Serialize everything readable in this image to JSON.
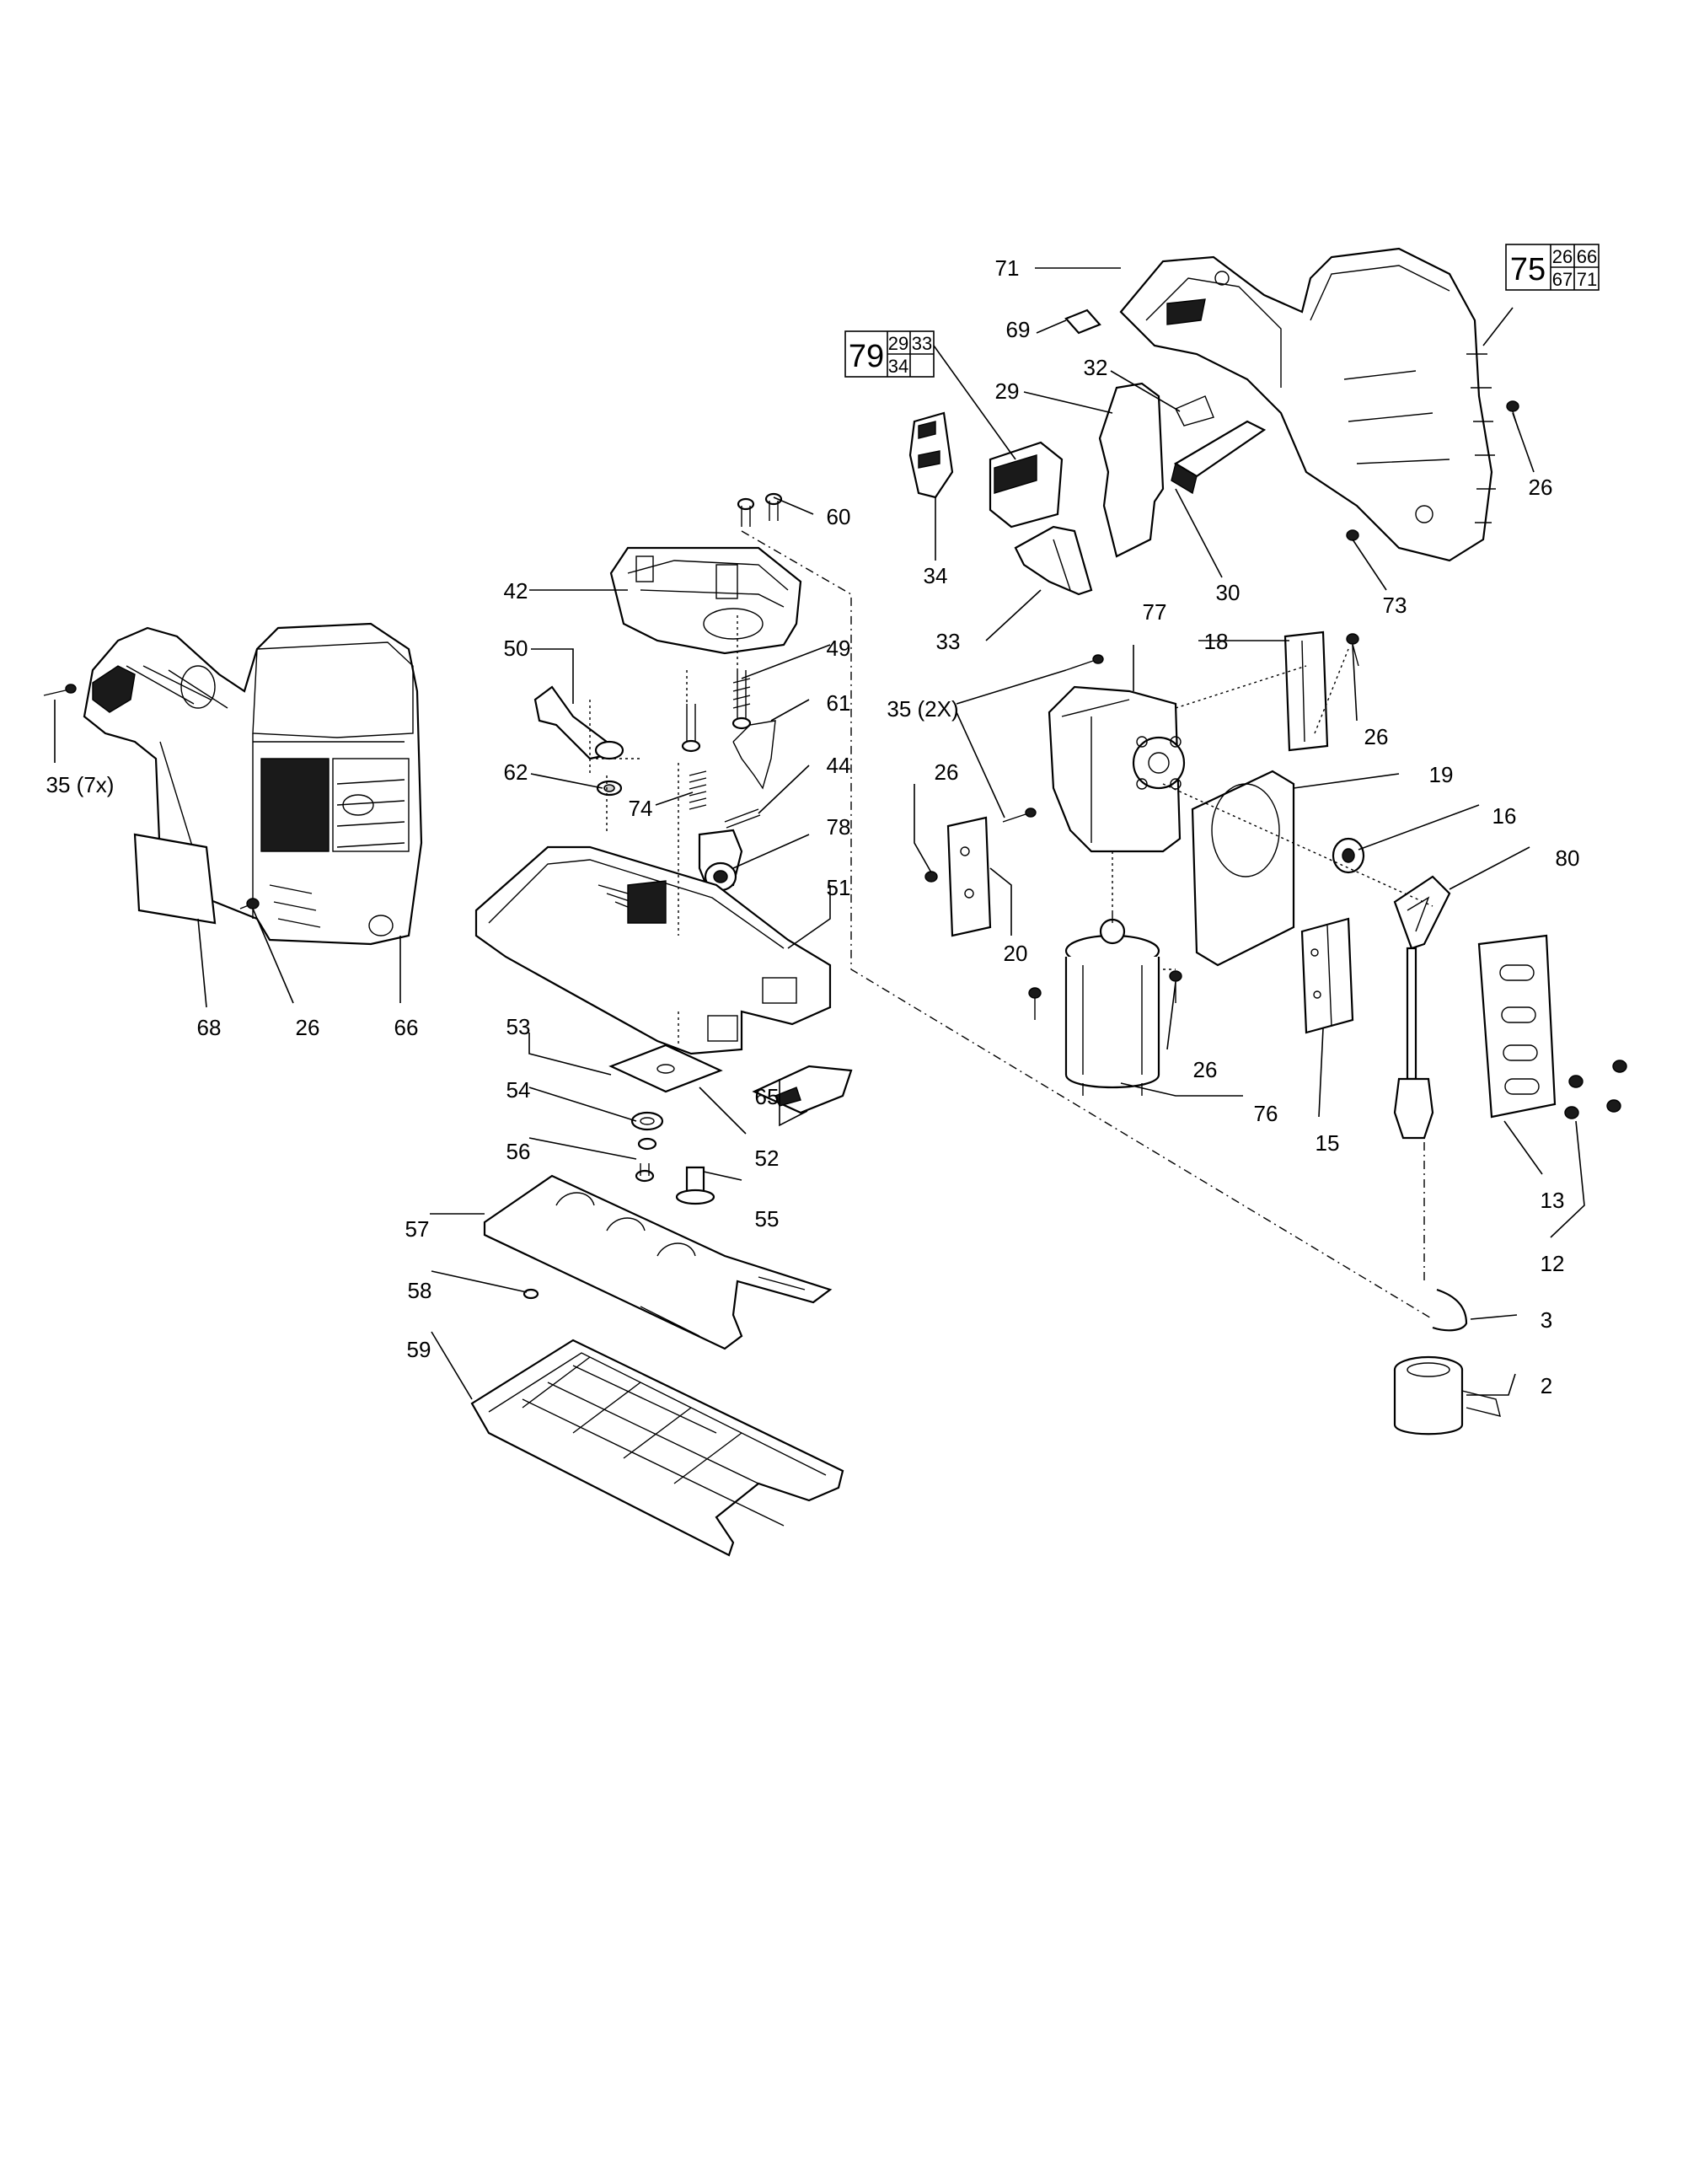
{
  "labels": {
    "p71": "71",
    "p69": "69",
    "p32": "32",
    "p29": "29",
    "p26_top": "26",
    "p34": "34",
    "p30": "30",
    "p73": "73",
    "p33": "33",
    "p60": "60",
    "p42": "42",
    "p49": "49",
    "p50": "50",
    "p61": "61",
    "p62": "62",
    "p74": "74",
    "p44": "44",
    "p78": "78",
    "p51": "51",
    "p35_7x": "35 (7x)",
    "p68": "68",
    "p26_left": "26",
    "p66": "66",
    "p53": "53",
    "p54": "54",
    "p52": "52",
    "p65": "65",
    "p56": "56",
    "p55": "55",
    "p57": "57",
    "p58": "58",
    "p59": "59",
    "p77": "77",
    "p18": "18",
    "p35_2x": "35 (2X)",
    "p26_r1": "26",
    "p26_r2": "26",
    "p19": "19",
    "p16": "16",
    "p80": "80",
    "p20": "20",
    "p26_motor": "26",
    "p76": "76",
    "p15": "15",
    "p13": "13",
    "p12": "12",
    "p3": "3",
    "p2": "2"
  },
  "kit79": {
    "main": "79",
    "a": "29",
    "b": "33",
    "c": "34",
    "d": ""
  },
  "kit75": {
    "main": "75",
    "a": "26",
    "b": "66",
    "c": "67",
    "d": "71"
  }
}
